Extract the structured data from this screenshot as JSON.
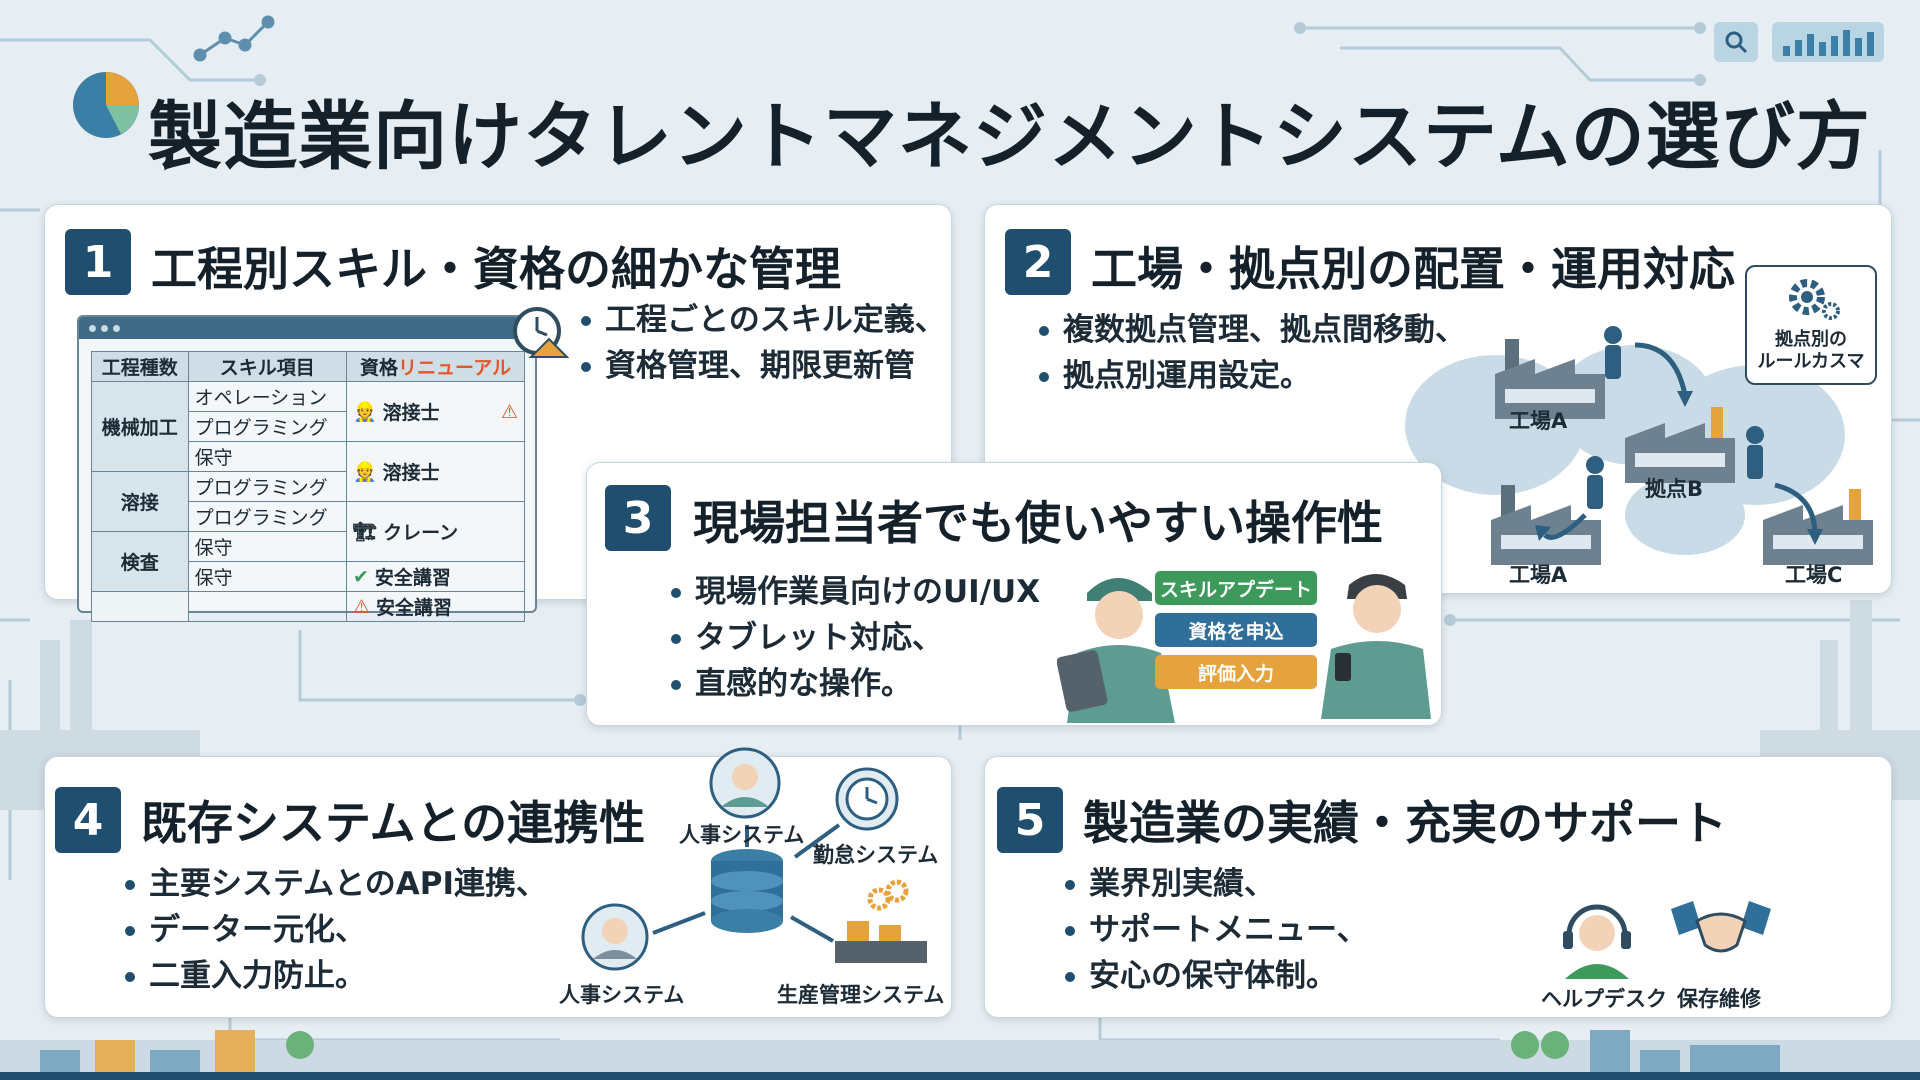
{
  "title": "製造業向けタレントマネジメントシステムの選び方",
  "colors": {
    "navy": "#1f4e6e",
    "accent": "#e0582b",
    "green": "#3d9a5a",
    "blue": "#3b7fa7",
    "amber": "#e6a23c"
  },
  "icons": [
    "pie-chart-icon",
    "search-icon",
    "bar-chart-icon",
    "alarm-clock-icon",
    "warning-icon",
    "gear-icon",
    "factory-icon",
    "worker-icon",
    "database-icon",
    "clock-icon",
    "headset-icon",
    "handshake-icon"
  ],
  "card1": {
    "number": "1",
    "title": "工程別スキル・資格の細かな管理",
    "bullets": [
      "工程ごとのスキル定義、",
      "資格管理、期限更新管"
    ],
    "table": {
      "headers": [
        "工程種数",
        "スキル項目",
        "資格",
        "リニューアル"
      ],
      "groups": [
        "機械加工",
        "溶接",
        "検査"
      ],
      "skills": [
        "オペレーション",
        "プログラミング",
        "保守",
        "プログラミング",
        "プログラミング",
        "保守",
        "保守"
      ],
      "certs": [
        "溶接士",
        "溶接士",
        "クレーン",
        "安全講習",
        "安全講習"
      ]
    }
  },
  "card2": {
    "number": "2",
    "title": "工場・拠点別の配置・運用対応",
    "bullets": [
      "複数拠点管理、拠点間移動、",
      "拠点別運用設定。"
    ],
    "callout": [
      "拠点別の",
      "ルールカスマ"
    ],
    "sites": [
      "工場A",
      "拠点B",
      "工場A",
      "工場C"
    ]
  },
  "card3": {
    "number": "3",
    "title": "現場担当者でも使いやすい操作性",
    "bullets": [
      "現場作業員向けのUI/UX",
      "タブレット対応、",
      "直感的な操作。"
    ],
    "buttons": [
      "スキルアプデート",
      "資格を申込",
      "評価入力"
    ]
  },
  "card4": {
    "number": "4",
    "title": "既存システムとの連携性",
    "bullets": [
      "主要システムとのAPI連携、",
      "データー元化、",
      "二重入力防止。"
    ],
    "systems": [
      "人事システム",
      "勤怠システム",
      "人事システム",
      "生産管理システム"
    ]
  },
  "card5": {
    "number": "5",
    "title": "製造業の実績・充実のサポート",
    "bullets": [
      "業界別実績、",
      "サポートメニュー、",
      "安心の保守体制。"
    ],
    "icon_labels": [
      "ヘルプデスク",
      "保存維修"
    ]
  }
}
